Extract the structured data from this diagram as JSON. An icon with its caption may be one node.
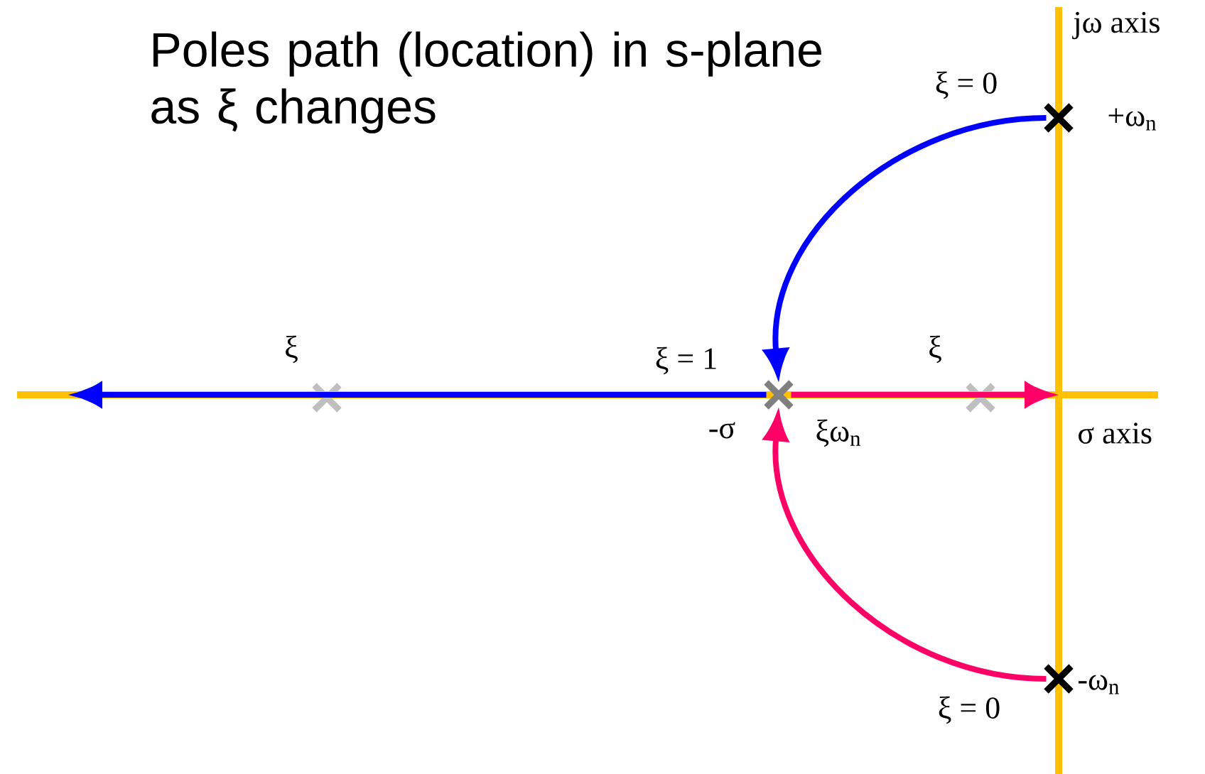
{
  "diagram": {
    "title": "Poles path (location) in s-plane as ξ changes",
    "nodes": [
      {
        "text": [],
        "shape": "cross",
        "beside": [
          "ξ = 0",
          "+ω$_{n}$"
        ]
      },
      {
        "text": [],
        "shape": "cross",
        "beside": [
          "ξ = 1",
          "-σ",
          "ξω$_{n}$"
        ]
      },
      {
        "text": [],
        "shape": "cross",
        "beside": [
          "-ω$_{n}$",
          "ξ = 0"
        ]
      },
      {
        "text": [],
        "shape": "cross",
        "beside": [
          "ξ"
        ]
      },
      {
        "text": [],
        "shape": "cross",
        "beside": [
          "ξ"
        ]
      }
    ],
    "edges": [
      {
        "from": 0,
        "to": 1,
        "arrow": "to",
        "color": "#0000ff"
      },
      {
        "from": 1,
        "to": null,
        "arrow": "to",
        "color": "#0000ff"
      },
      {
        "from": 1,
        "to": null,
        "arrow": "to",
        "color": "#ff0066"
      },
      {
        "from": 2,
        "to": 1,
        "arrow": "to",
        "color": "#ff0066"
      }
    ],
    "labels": [
      "jω axis",
      "σ axis"
    ]
  }
}
